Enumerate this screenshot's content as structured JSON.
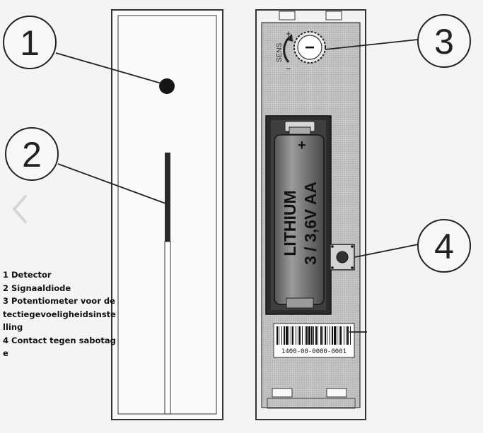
{
  "callouts": [
    {
      "number": "1"
    },
    {
      "number": "2"
    },
    {
      "number": "3"
    },
    {
      "number": "4"
    }
  ],
  "battery": {
    "brand": "LITHIUM",
    "spec": "3 / 3,6V AA",
    "plus": "+"
  },
  "potentiometer": {
    "sens_label": "SENS",
    "plus": "+",
    "minus": "−",
    "dial_glyph": "−"
  },
  "barcode": {
    "serial": "1400-00-0000-0001"
  },
  "legend": {
    "lines": [
      "1 Detector",
      "2 Signaaldiode",
      "3 Potentiometer voor detectiegevoeligheidsinstelling",
      "4 Contact tegen sabotage"
    ]
  },
  "nav": {
    "icon": "chevron-left-icon"
  }
}
